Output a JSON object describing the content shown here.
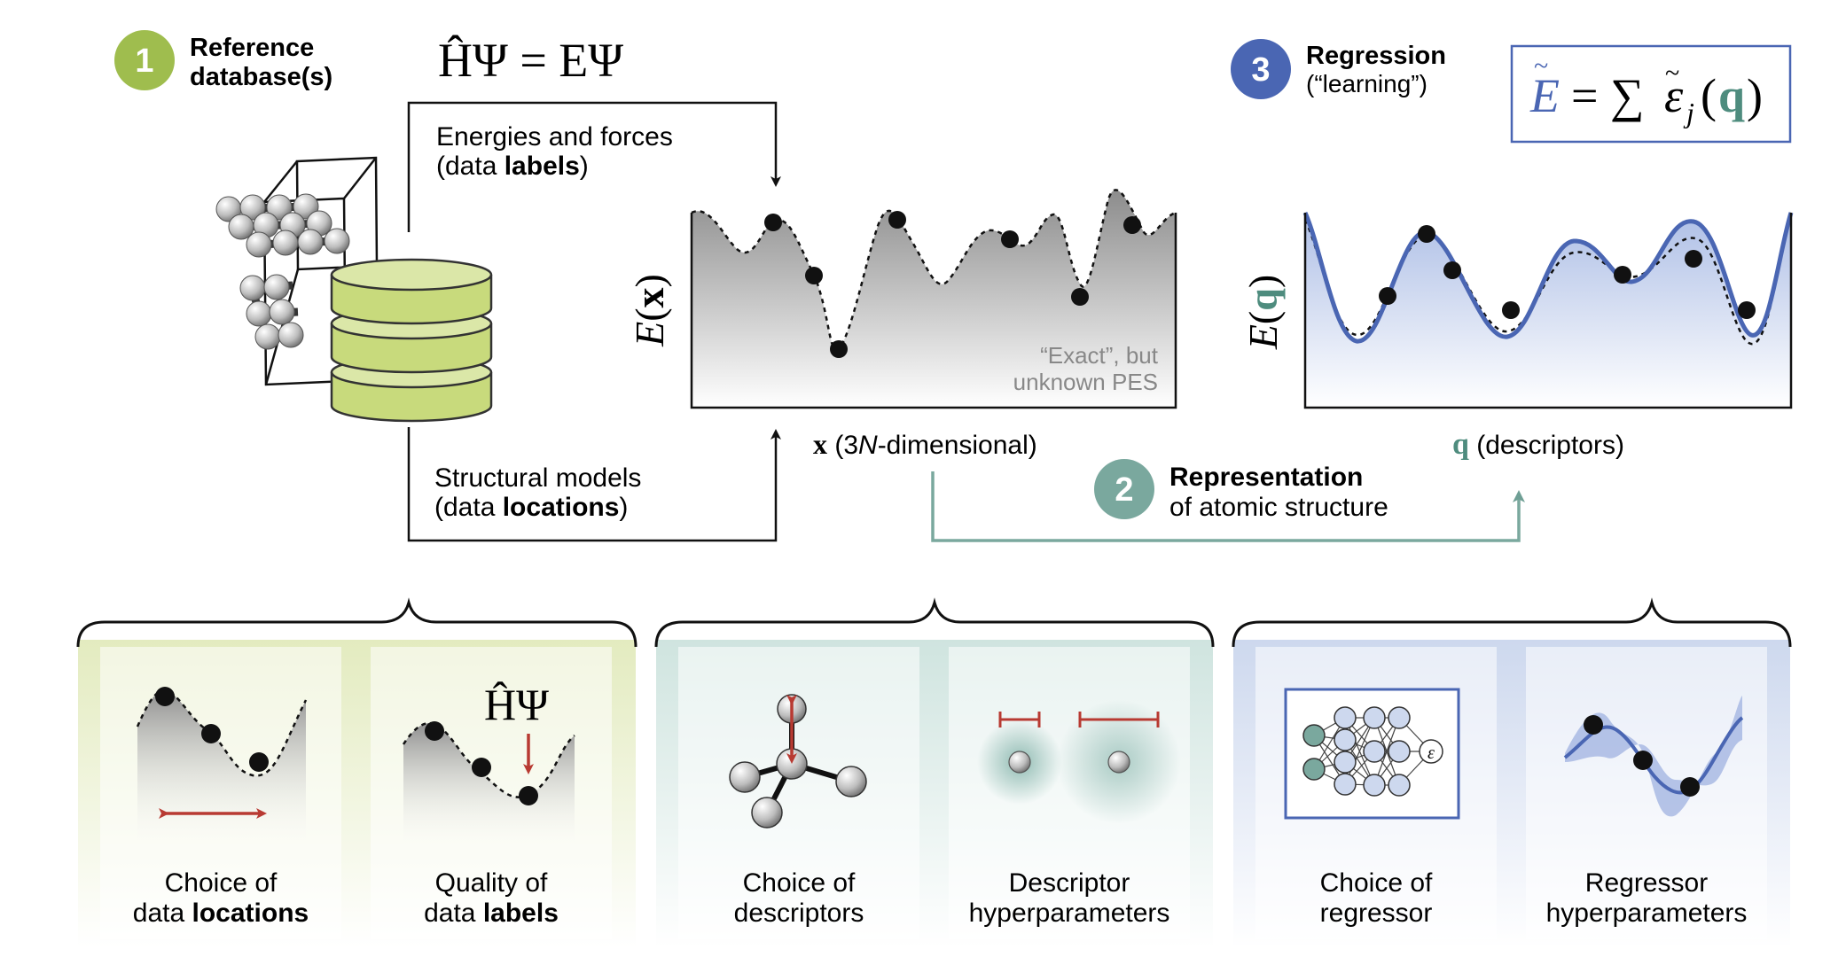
{
  "steps": {
    "reference": {
      "number": "1",
      "title_line1": "Reference",
      "title_line2": "database(s)",
      "equation": "ĤΨ = EΨ",
      "labels_line1": "Energies and forces",
      "labels_line2_pre": "(data ",
      "labels_line2_bold": "labels",
      "labels_line2_post": ")",
      "locations_line1": "Structural models",
      "locations_line2_pre": "(data ",
      "locations_line2_bold": "locations",
      "locations_line2_post": ")"
    },
    "representation": {
      "number": "2",
      "title": "Representation",
      "subtitle": "of atomic structure"
    },
    "regression": {
      "number": "3",
      "title": "Regression",
      "subtitle": "(“learning”)",
      "formula_lhs": "E",
      "formula_eq": "= ∑",
      "formula_eps": "ε",
      "formula_sub": "j",
      "formula_arg_open": "(",
      "formula_arg": "q",
      "formula_arg_close": ")"
    }
  },
  "pes_plot": {
    "ylabel_E": "E",
    "ylabel_arg": "x",
    "note_line1": "“Exact”, but",
    "note_line2": "unknown PES",
    "xlabel_bold": "x",
    "xlabel_pre": " (3",
    "xlabel_italic": "N",
    "xlabel_post": "-dimensional)"
  },
  "fit_plot": {
    "ylabel_E": "E",
    "ylabel_arg": "q",
    "xlabel_bold": "q",
    "xlabel_post": " (descriptors)"
  },
  "panels": [
    {
      "line1": "Choice of",
      "line2_pre": "data ",
      "line2_bold": "locations"
    },
    {
      "line1": "Quality of",
      "line2_pre": "data ",
      "line2_bold": "labels",
      "equation": "ĤΨ"
    },
    {
      "line1": "Choice of",
      "line2_pre": "descriptors",
      "line2_bold": ""
    },
    {
      "line1": "Descriptor",
      "line2_pre": "hyperparameters",
      "line2_bold": ""
    },
    {
      "line1": "Choice of",
      "line2_pre": "regressor",
      "line2_bold": ""
    },
    {
      "line1": "Regressor",
      "line2_pre": "hyperparameters",
      "line2_bold": ""
    }
  ],
  "network_output_label": "ε",
  "colors": {
    "green": "#9fbd4e",
    "teal": "#7aa89e",
    "blue": "#4a66b3",
    "red": "#b83a32",
    "db_green": "#d6e39a"
  }
}
